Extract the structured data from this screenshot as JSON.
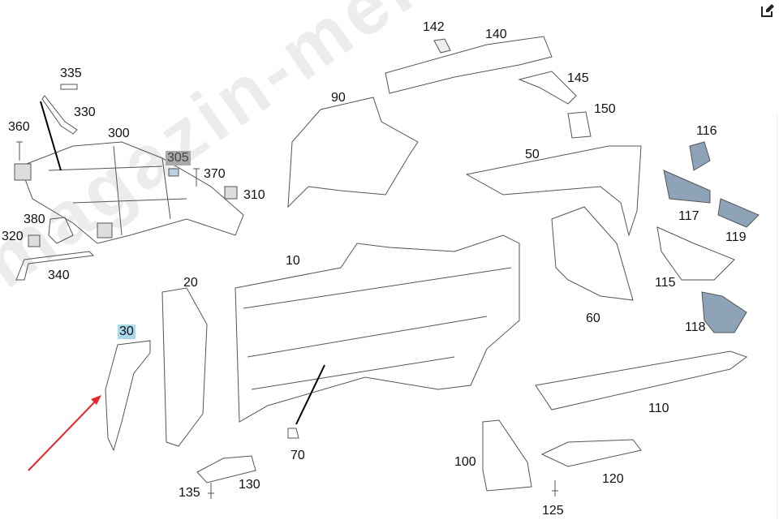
{
  "diagram": {
    "title": "Front body structure parts diagram",
    "watermark": "magazin-mercedes.ru",
    "toolbar": {
      "edit_icon": "edit-icon"
    },
    "highlight_colors": {
      "selected": "#a8d8ea",
      "alternate": "#a9a9a9",
      "arrow": "#e8262a"
    },
    "callouts": [
      {
        "id": "335",
        "label": "335"
      },
      {
        "id": "330",
        "label": "330"
      },
      {
        "id": "360",
        "label": "360"
      },
      {
        "id": "300",
        "label": "300"
      },
      {
        "id": "305",
        "label": "305"
      },
      {
        "id": "370",
        "label": "370"
      },
      {
        "id": "310",
        "label": "310"
      },
      {
        "id": "380",
        "label": "380"
      },
      {
        "id": "320",
        "label": "320"
      },
      {
        "id": "340",
        "label": "340"
      },
      {
        "id": "20",
        "label": "20"
      },
      {
        "id": "30",
        "label": "30"
      },
      {
        "id": "10",
        "label": "10"
      },
      {
        "id": "90",
        "label": "90"
      },
      {
        "id": "142",
        "label": "142"
      },
      {
        "id": "140",
        "label": "140"
      },
      {
        "id": "145",
        "label": "145"
      },
      {
        "id": "150",
        "label": "150"
      },
      {
        "id": "50",
        "label": "50"
      },
      {
        "id": "116",
        "label": "116"
      },
      {
        "id": "117",
        "label": "117"
      },
      {
        "id": "119",
        "label": "119"
      },
      {
        "id": "115",
        "label": "115"
      },
      {
        "id": "118",
        "label": "118"
      },
      {
        "id": "60",
        "label": "60"
      },
      {
        "id": "110",
        "label": "110"
      },
      {
        "id": "70",
        "label": "70"
      },
      {
        "id": "100",
        "label": "100"
      },
      {
        "id": "120",
        "label": "120"
      },
      {
        "id": "125",
        "label": "125"
      },
      {
        "id": "130",
        "label": "130"
      },
      {
        "id": "135",
        "label": "135"
      }
    ]
  }
}
